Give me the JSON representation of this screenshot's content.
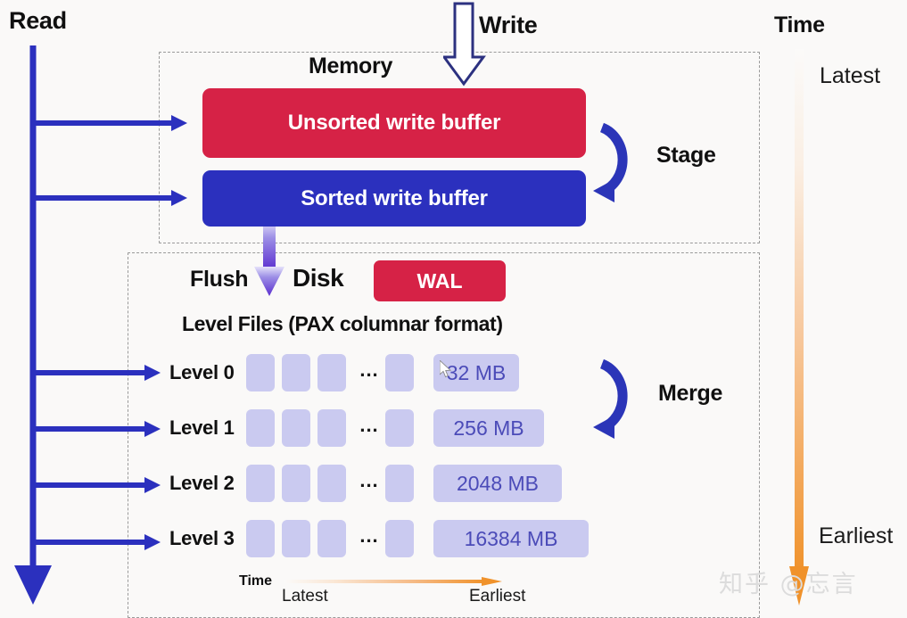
{
  "labels": {
    "read": "Read",
    "write": "Write",
    "time": "Time",
    "latest": "Latest",
    "earliest": "Earliest",
    "memory": "Memory",
    "disk": "Disk",
    "flush": "Flush",
    "stage": "Stage",
    "merge": "Merge",
    "level_files": "Level Files (PAX columnar format)",
    "wal": "WAL"
  },
  "buffers": {
    "unsorted": "Unsorted write buffer",
    "sorted": "Sorted write buffer"
  },
  "levels": [
    {
      "name": "Level 0",
      "size": "32 MB",
      "files": 3,
      "ellipsis": "...",
      "tail_files": 1,
      "size_width": 96
    },
    {
      "name": "Level 1",
      "size": "256 MB",
      "files": 3,
      "ellipsis": "...",
      "tail_files": 1,
      "size_width": 124
    },
    {
      "name": "Level 2",
      "size": "2048 MB",
      "files": 3,
      "ellipsis": "...",
      "tail_files": 1,
      "size_width": 144
    },
    {
      "name": "Level 3",
      "size": "16384 MB",
      "files": 3,
      "ellipsis": "...",
      "tail_files": 1,
      "size_width": 174
    }
  ],
  "bottom_axis": {
    "title": "Time",
    "start": "Latest",
    "end": "Earliest"
  },
  "watermark": "知乎 @忘言",
  "colors": {
    "background": "#FAF9F8",
    "unsorted_buffer": "#D62246",
    "sorted_buffer": "#2B30BE",
    "wal": "#D62246",
    "file_cell": "#CACAF0",
    "size_text": "#4B4BB8",
    "read_arrow": "#2B30BE",
    "write_arrow_outline": "#2C3180",
    "flush_arrow_top": "#C9C4F2",
    "flush_arrow_bottom": "#5B2FCF",
    "stage_arrow": "#2B35B8",
    "merge_arrow": "#2B35B8",
    "time_arrow_bottom": "#F0922B",
    "region_border": "#9a9a9a",
    "watermark": "#DCDCDC"
  },
  "icons": {
    "write_arrow": "hollow-down-arrow-icon",
    "flush_arrow": "gradient-down-arrow-icon",
    "stage_arrow": "curved-refresh-arrow-icon",
    "merge_arrow": "curved-refresh-arrow-icon",
    "time_arrow": "gradient-down-arrow-icon",
    "read_arrow": "branching-down-arrow-icon",
    "cursor": "mouse-pointer-icon"
  }
}
